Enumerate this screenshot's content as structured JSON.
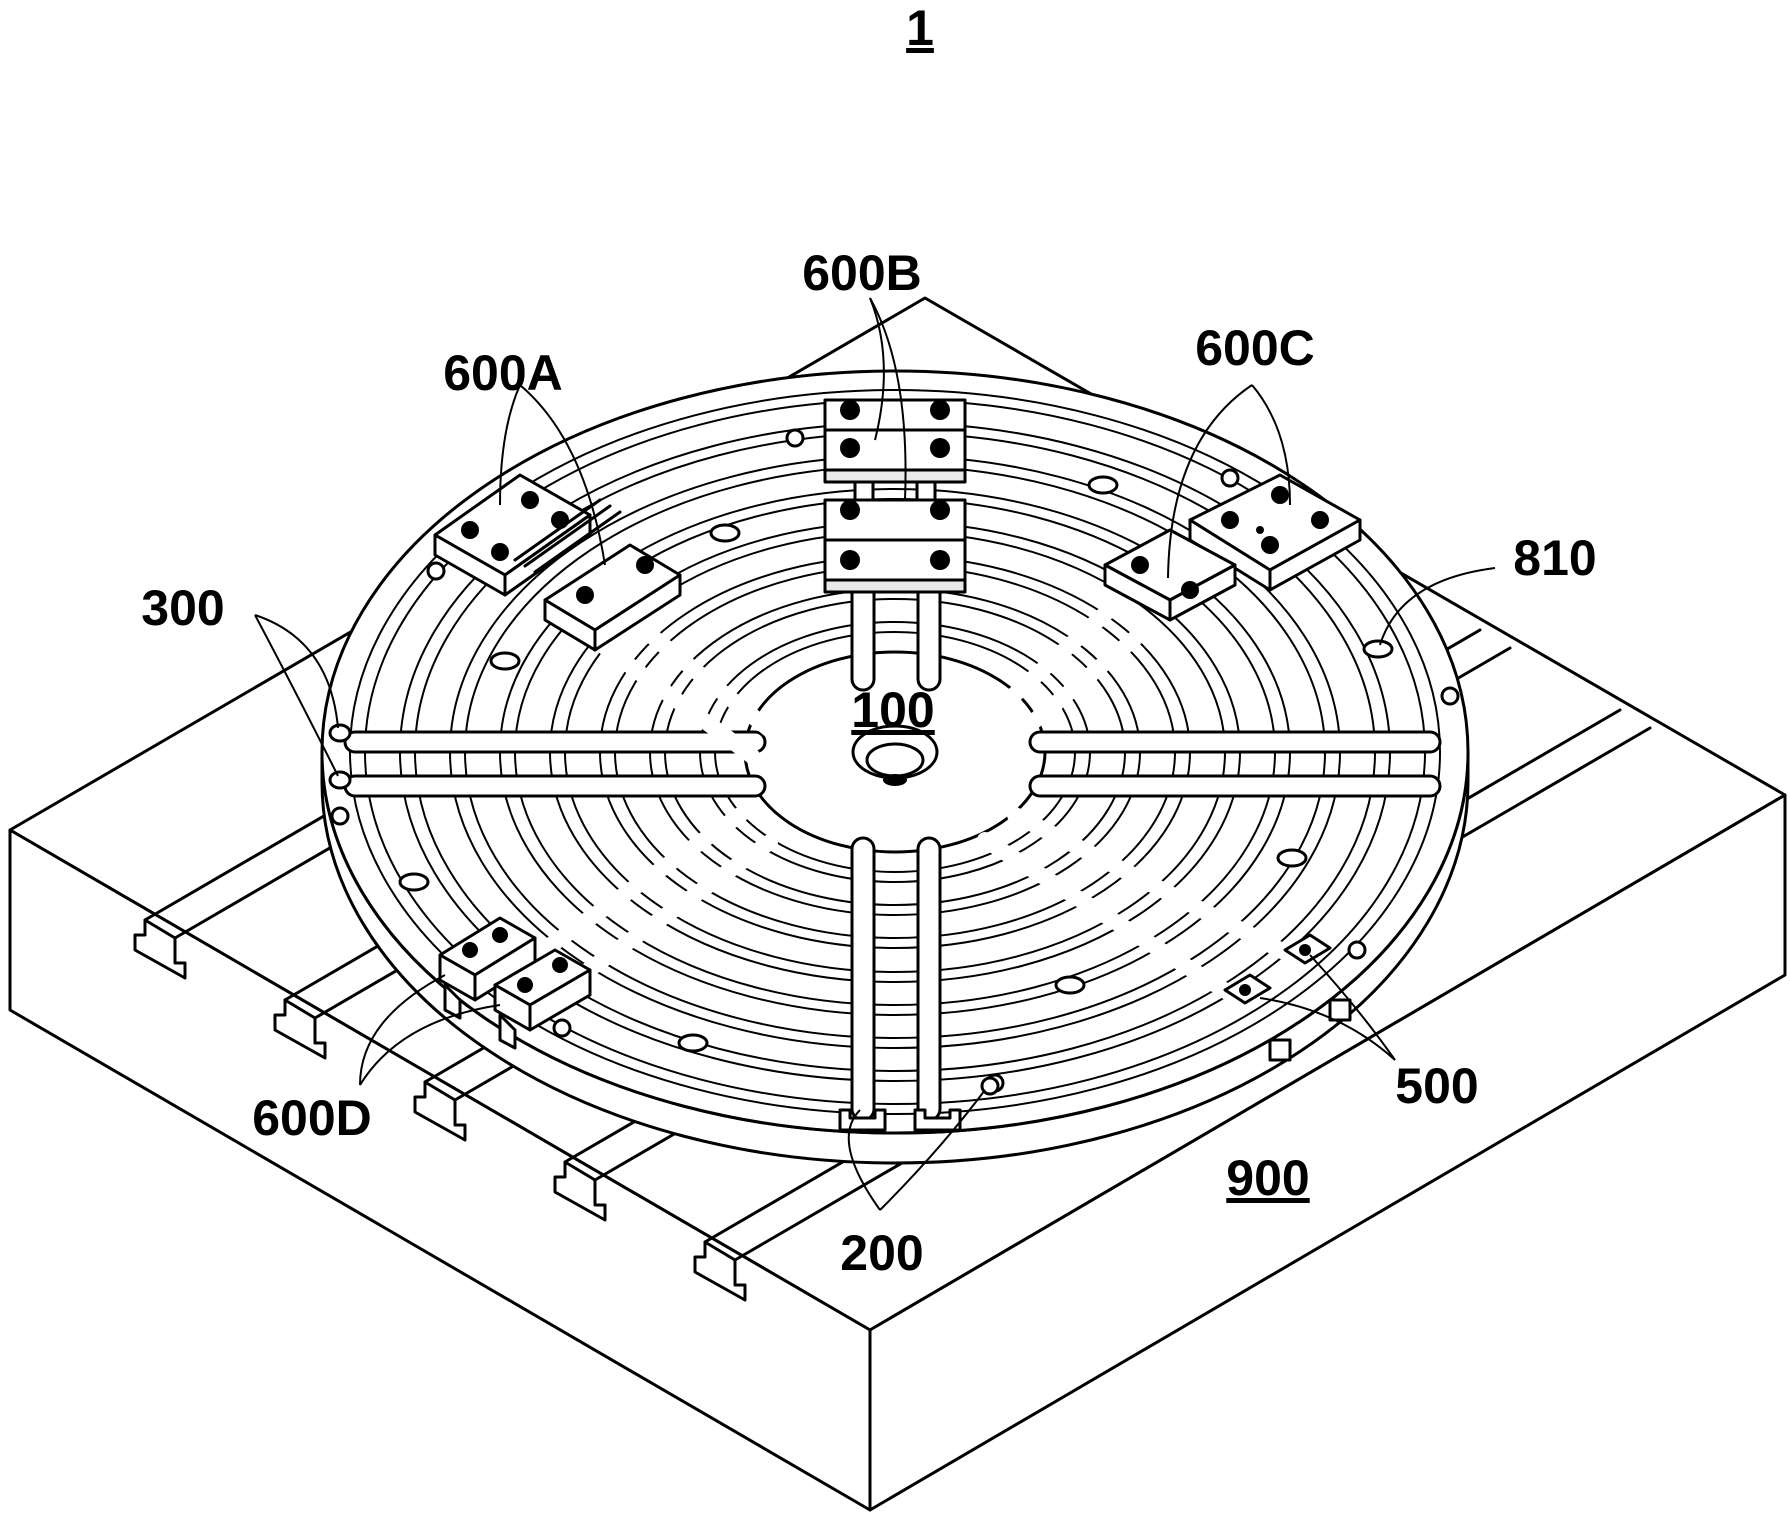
{
  "figure": {
    "number": "1",
    "labels": {
      "chuck_body": "100",
      "slots": "200",
      "side_holes": "300",
      "blocks": "500",
      "jaw_a": "600A",
      "jaw_b": "600B",
      "jaw_c": "600C",
      "jaw_d": "600D",
      "bolt_hole": "810",
      "base_table": "900"
    },
    "colors": {
      "stroke": "#000000",
      "face": "#ffffff",
      "shade": "#e9e9e9"
    }
  }
}
